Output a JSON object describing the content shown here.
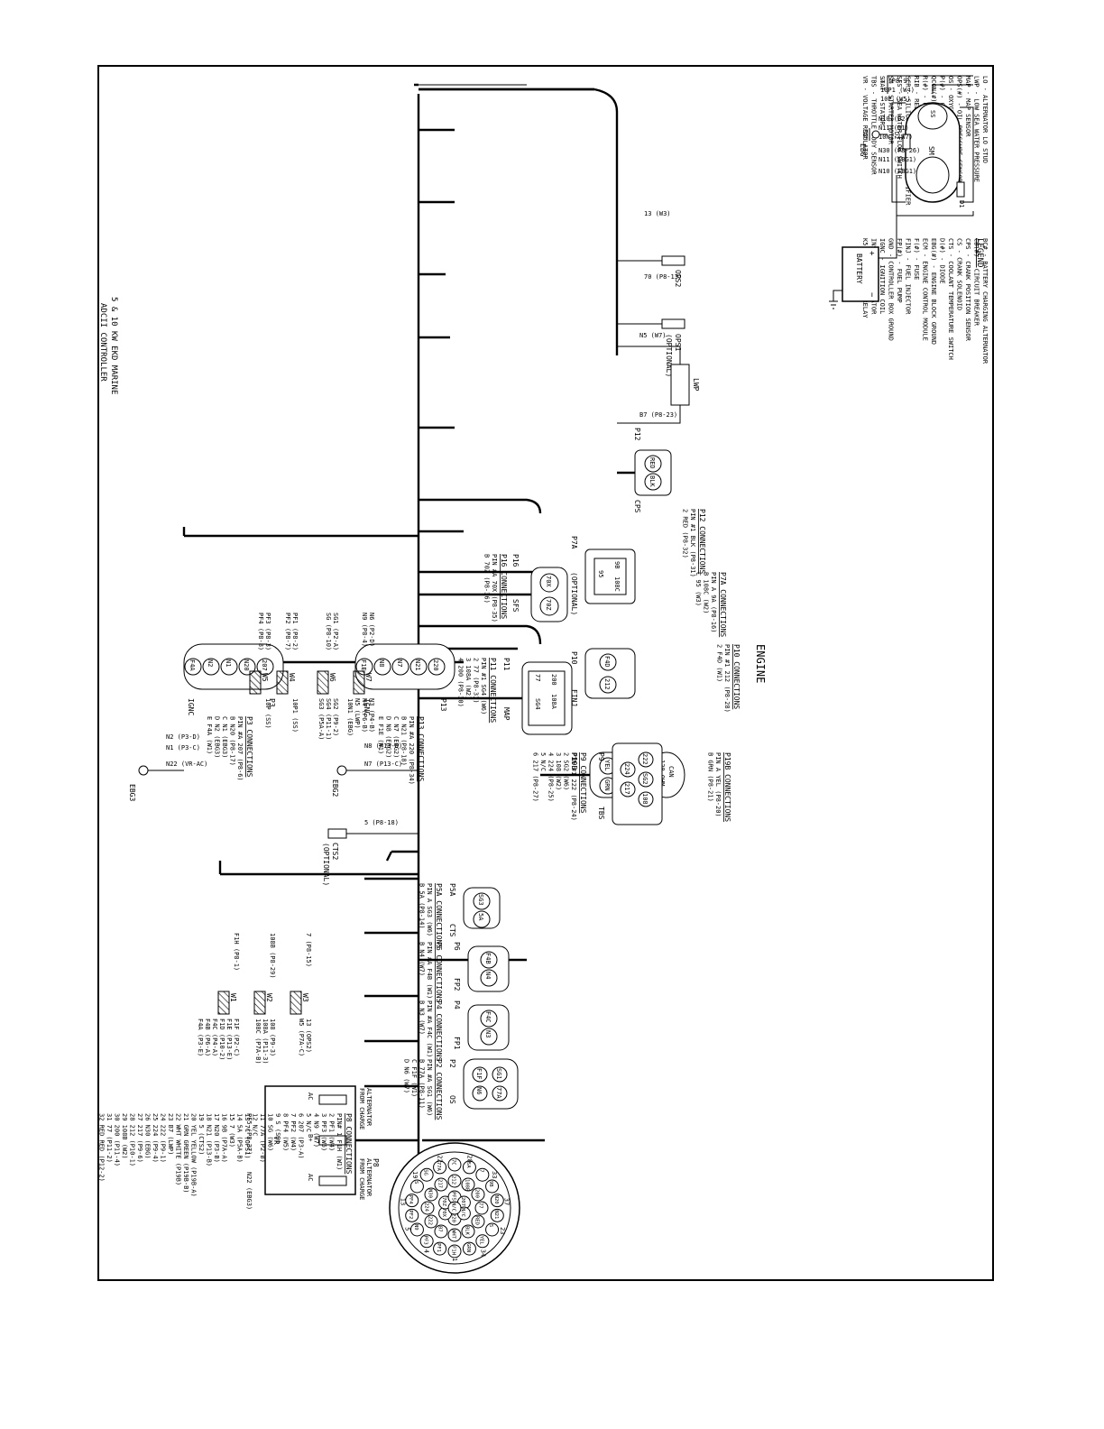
{
  "title": {
    "line1": "5 & 10 KW EKD MARINE",
    "line2": "ADCII CONTROLLER"
  },
  "engine_label": "ENGINE",
  "legend": {
    "heading": "LEGEND",
    "col1": [
      "BC# - BATTERY CHARGING ALTERNATOR",
      "CB(#) - CIRCUIT BREAKER",
      "CPS - CRANK POSITION SENSOR",
      "CS - CRANK SOLENOID",
      "CTS - COOLANT TEMPERATURE SWITCH",
      "D(#) - DIODE",
      "EBG(#) - ENGINE BLOCK GROUND",
      "ECM - ENGINE CONTROL MODULE",
      "F(#) - FUSE",
      "FINJ - FUEL INJECTOR",
      "FP(#) - FUEL PUMP",
      "GND - CONTROLLER BOX GROUND",
      "IGNC - IGNITION COIL",
      "INSUL(#) - INSULATOR",
      "K5 - MAIN POWER RELAY"
    ],
    "col2": [
      "LO - ALTERNATOR LO STUD",
      "LWP - LOW SEA WATER PRESSURE",
      "MAP - MAP SENSOR",
      "OPS(#) - OIL PRESSURE SENSOR",
      "OS - OXYGEN SENSOR",
      "P(#) - CONNECTOR",
      "QCON(#) - QUICK CONNECT",
      "R(#) - RESISTOR ASSEMBLY",
      "RIB - RELAY INTERFACE BOARD",
      "SCR - SILICON CONTROLLED RECTIFIER",
      "SFS - SEA WATER FLOW SWITCH",
      "SM - STARTER MOTOR",
      "STAT - STATOR",
      "TBS - THROTTLE BODY SENSOR",
      "VR - VOLTAGE REGULATOR"
    ]
  },
  "components": {
    "battery": "BATTERY",
    "ss": "SS",
    "sm": "SM",
    "d1": "D1",
    "d2": "D2",
    "ebg": "EBG",
    "ebg2": "EBG2",
    "ebg3": "EBG3",
    "ops2": "OPS2",
    "ops1": "OPS1",
    "ops1_opt": "(OPTIONAL)",
    "lwp": "LWP",
    "cps": "CPS",
    "p12": "P12",
    "p7a": "P7A",
    "p7a_opt": "(OPTIONAL)",
    "p10": "P10",
    "finj": "FINJ",
    "p19b": "P19B",
    "can": "CAN",
    "can_ohm": "120 OHM",
    "p16": "P16",
    "sfs": "SFS",
    "p11": "P11",
    "map": "MAP",
    "p9": "P9",
    "tbs": "TBS",
    "p13": "P13",
    "ignc1": "IGNC",
    "p3": "P3",
    "ignc2": "IGNC",
    "cts2": "CTS2",
    "cts2_opt": "(OPTIONAL)",
    "p8": "P8",
    "p5a": "P5A",
    "cts": "CTS",
    "p6": "P6",
    "fp2": "FP2",
    "p4": "P4",
    "fp1": "FP1",
    "p2": "P2",
    "os": "OS",
    "vr": "VR",
    "vr_ac1": "AC",
    "vr_bplus": "B+",
    "vr_ac2": "AC",
    "from_charge1": "FROM CHARGE",
    "alternator1": "ALTERNATOR",
    "from_charge2": "FROM CHARGE",
    "alternator2": "ALTERNATOR"
  },
  "wire_labels": {
    "s_p89": "S (P8-9)",
    "p1_w4": "10P1 (W4)",
    "p_w5": "10P (W5)",
    "n10_d2": "N10 (D2)",
    "n11_d1": "N11 (D1)",
    "n1_w7": "10N1 (W7)",
    "n30": "N30 (P8-26)",
    "n11_ebg1": "N11 (EBG1)",
    "n10_ebg1": "N10 (EBG1)",
    "c13_w3": "13 (W3)",
    "c70": "70 (P8-13)",
    "n5_w7": "N5 (W7)",
    "b7": "B7 (P8-23)",
    "n8_p13d": "N8 (P13-D)",
    "n7_p13c": "N7 (P13-C)",
    "c5_p818": "5 (P8-18)",
    "n2_p3d": "N2 (P3-D)",
    "n1_p3c": "N1 (P3-C)",
    "n22": "N22 (VR-AC)",
    "pf5": "PF5 (P8-37)",
    "n22_ebg3": "N22 (EBG3)"
  },
  "splices": {
    "w7": {
      "name": "W7",
      "left": [
        "N6 (P2-D)",
        "N9 (P8-4)"
      ],
      "right": [
        "N3 (P4-B)",
        "N4 (P6-B)",
        "N5 (LWP)",
        "10N1 (EBG)"
      ]
    },
    "w6": {
      "name": "W6",
      "left": [
        "SG1 (P2-A)",
        "SG (P8-10)"
      ],
      "right": [
        "SG2 (P9-2)",
        "SG4 (P11-1)",
        "SG3 (P5A-A)"
      ]
    },
    "w4": {
      "name": "W4",
      "left": [
        "PF1 (P8-2)",
        "PF2 (P8-7)"
      ],
      "right": [
        "10P1 (SS)"
      ]
    },
    "w5": {
      "name": "W5",
      "left": [
        "PF3 (P8-3)",
        "PF4 (P8-8)"
      ],
      "right": [
        "10P (SS)"
      ]
    },
    "w3": {
      "name": "W3",
      "left": [
        "7 (P8-15)"
      ],
      "right": [
        "13 (OPS2)",
        "W5 (P7A-C)"
      ]
    },
    "w2": {
      "name": "W2",
      "left": [
        "108B (P8-29)"
      ],
      "right": [
        "108 (P9-3)",
        "108A (P11-3)",
        "108C (P7A-B)"
      ]
    },
    "w1": {
      "name": "W1",
      "left": [
        "F1H (P8-1)"
      ],
      "right": [
        "F1F (P2-C)",
        "F1E (P13-E)",
        "F1D (P10-2)",
        "F4C (P4-A)",
        "F4B (P6-A)",
        "F4A (P3-E)"
      ]
    }
  },
  "tables": {
    "p12": {
      "title": "P12 CONNECTIONS",
      "rows": [
        "PIN #1  BLK  (P8-31)",
        "     2  RED  (P8-32)"
      ]
    },
    "p7a": {
      "title": "P7A CONNECTIONS",
      "rows": [
        "PIN A  9A   (P8-16)",
        "    B  108C (W2)",
        "    C  95   (W3)"
      ]
    },
    "p10": {
      "title": "P10 CONNECTIONS",
      "rows": [
        "PIN #1  212  (P8-28)",
        "     2  F4D  (W1)"
      ]
    },
    "p19b": {
      "title": "P19B CONNECTIONS",
      "rows": [
        "PIN A  YEL  (P8-20)",
        "    B  GRN  (P8-21)"
      ]
    },
    "p16": {
      "title": "P16 CONNECTIONS",
      "rows": [
        "PIN #A  70X  (P8-35)",
        "     B  70Z  (P8-36)"
      ]
    },
    "p11": {
      "title": "P11 CONNECTIONS",
      "rows": [
        "PIN #1  SG4   (W6)",
        "    2  77    (P8-31)",
        "    3  108A  (W2)",
        "    4  200   (P8-30)"
      ]
    },
    "p9": {
      "title": "P9 CONNECTIONS",
      "rows": [
        "PIN #1  222  (P8-24)",
        "    2  SG2  (W6)",
        "    3  108  (W2)",
        "    4  224  (P8-25)",
        "    5  N/C",
        "    6  217  (P8-27)"
      ]
    },
    "p13": {
      "title": "P13 CONNECTIONS",
      "rows": [
        "PIN #A  220  (P8-34)",
        "    B  N21  (P8-18)",
        "    C  N7   (EBG2)",
        "    D  N8   (EBG2)",
        "    E  F1E  (W1)"
      ]
    },
    "p3": {
      "title": "P3 CONNECTIONS",
      "rows": [
        "PIN #A  207  (P8-6)",
        "    B  N20  (P8-17)",
        "    C  N1   (EBG3)",
        "    D  N2   (EBG3)",
        "    E  F4A  (W1)"
      ]
    },
    "p5a": {
      "title": "P5A CONNECTIONS",
      "rows": [
        "PIN A  SG3  (W6)",
        "    B  5A   (P8-14)"
      ]
    },
    "p6": {
      "title": "P6 CONNECTIONS",
      "rows": [
        "PIN #A  F4B  (W1)",
        "     B  N4   (W7)"
      ]
    },
    "p4": {
      "title": "P4 CONNECTIONS",
      "rows": [
        "PIN #A  F4C  (W1)",
        "     B  N3   (W7)"
      ]
    },
    "p2": {
      "title": "P2 CONNECTIONS",
      "rows": [
        "PIN #A  SG1  (W6)",
        "    B  77A  (P8-11)",
        "    C  F1F  (W1)",
        "    D  N6   (W7)"
      ]
    },
    "p8": {
      "title": "P8 CONNECTIONS",
      "rows": [
        "PIN#  1  F1H   (W1)",
        "      2  PF1   (W4)",
        "      3  PF3   (W5)",
        "      4  N9    (W7)",
        "      5  N/C",
        "      6  207   (P3-A)",
        "      7  PF2   (W4)",
        "      8  PF4   (W5)",
        "      9  S     (SS)",
        "     10  SG    (W6)",
        "     11  77A   (P2-B)",
        "     12  N/C",
        "     13  7C    (OPS1)",
        "     14  5A    (P5A-B)",
        "     15  7     (W3)",
        "     16  9B    (P7A-A)",
        "     17  N20   (P3-B)",
        "     18  N21   (P13-B)",
        "     19  5     (CTS2)",
        "     20  YEL  YELLOW (P19B-A)",
        "     21  GRN  GREEN (P19B-B)",
        "     22  WHT  WHITE (P19B)",
        "     23  B7    (LWP)",
        "     24  222   (P9-1)",
        "     25  224   (P9-4)",
        "     26  N30   (EBG)",
        "     27  217   (P9-6)",
        "     28  212   (P10-1)",
        "     29  108B  (W2)",
        "     30  200   (P11-4)",
        "     31  77    (P11-2)",
        "     32  RED  RED (P12-2)",
        "     33  BLK  BLACK (P12-1)",
        "     34  220   (P13-A)",
        "     35  70X   (P16-A)",
        "     36  70Z   (P16-B)",
        "     37  PF5   (VR-B+)"
      ]
    }
  },
  "pins": {
    "p12": [
      "RED",
      "BLK"
    ],
    "p7a": [
      "9B",
      "108C",
      "95"
    ],
    "p10": [
      "F4D",
      "212"
    ],
    "p19b": [
      "YEL",
      "GRN"
    ],
    "p16": [
      "70X",
      "70Z"
    ],
    "p11": [
      "200",
      "108A",
      "77",
      "SG4"
    ],
    "p9": [
      "222",
      "SG2",
      "108",
      "224",
      "217"
    ],
    "p13": [
      "220",
      "N21",
      "N7",
      "N8",
      "F1E"
    ],
    "p3": [
      "207",
      "N20",
      "N1",
      "N2",
      "F4A"
    ],
    "p5a": [
      "SG3",
      "5A"
    ],
    "p6": [
      "F4B",
      "N4"
    ],
    "p4": [
      "F4C",
      "N3"
    ],
    "p2": [
      "SG1",
      "77A",
      "F1F",
      "N6"
    ],
    "p8": [
      "F1H",
      "PF1",
      "PF3",
      "N9",
      "PF2",
      "PF4",
      "S",
      "SG",
      "77A",
      "7C",
      "5A",
      "7",
      "9B",
      "N20",
      "N21",
      "5",
      "YEL",
      "GRN",
      "WHT",
      "B7",
      "222",
      "224",
      "N30",
      "217",
      "212",
      "108B",
      "200",
      "77",
      "RED",
      "BLK",
      "220",
      "70X",
      "70Z",
      "PF5",
      "207",
      "N/C",
      "N/C"
    ],
    "p8_numbers": [
      "1",
      "4",
      "5",
      "13",
      "19",
      "22",
      "28",
      "33",
      "37",
      "23",
      "34"
    ]
  }
}
